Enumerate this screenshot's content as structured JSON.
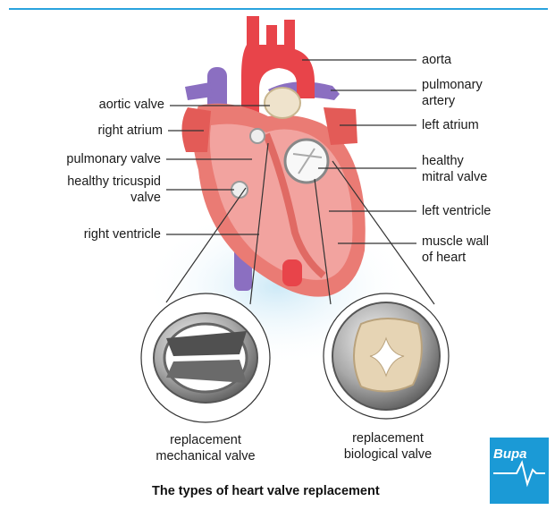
{
  "labels": {
    "aorta": "aorta",
    "pulmonary_artery": "pulmonary\nartery",
    "left_atrium": "left atrium",
    "healthy_mitral_valve": "healthy\nmitral valve",
    "left_ventricle": "left ventricle",
    "muscle_wall": "muscle wall\nof heart",
    "aortic_valve": "aortic valve",
    "right_atrium": "right atrium",
    "pulmonary_valve": "pulmonary valve",
    "healthy_tricuspid_valve": "healthy tricuspid\nvalve",
    "right_ventricle": "right ventricle",
    "mechanical_valve": "replacement\nmechanical valve",
    "biological_valve": "replacement\nbiological valve"
  },
  "caption": "The types of heart valve replacement",
  "logo": {
    "text": "Bupa"
  },
  "colors": {
    "accent": "#2aa3de",
    "logo_bg": "#1b9ad6",
    "artery_red": "#e8444a",
    "vein_purple": "#8b6fc1",
    "heart_pink": "#f2a39f"
  }
}
